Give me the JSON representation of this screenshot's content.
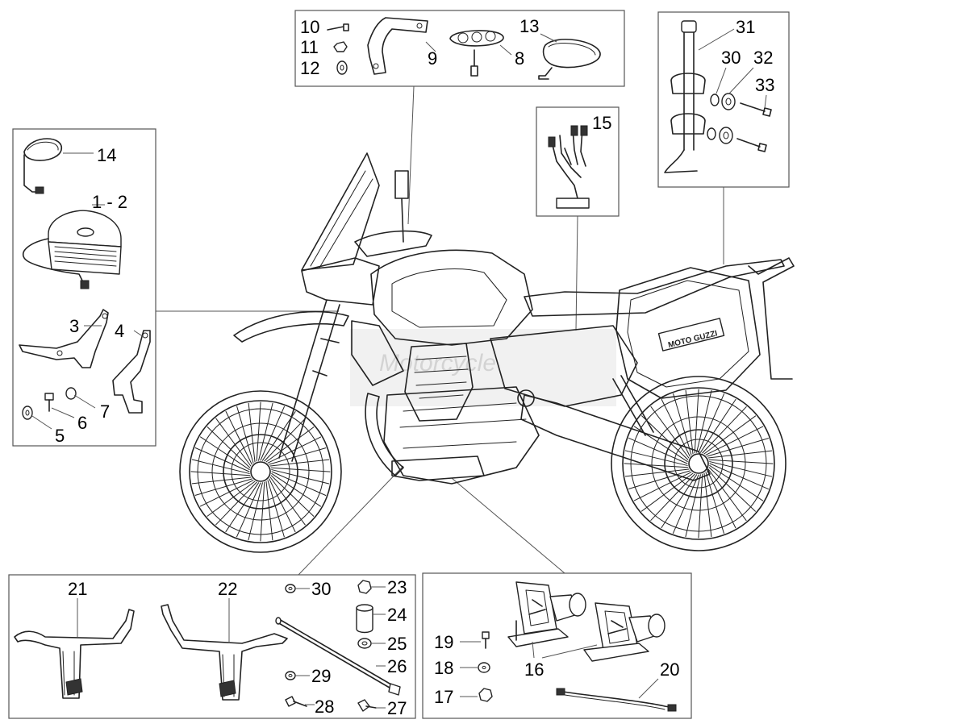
{
  "labels": {
    "p1_2": "1 - 2",
    "p3": "3",
    "p4": "4",
    "p5": "5",
    "p6": "6",
    "p7": "7",
    "p8": "8",
    "p9": "9",
    "p10": "10",
    "p11": "11",
    "p12": "12",
    "p13": "13",
    "p14": "14",
    "p15": "15",
    "p16": "16",
    "p17": "17",
    "p18": "18",
    "p19": "19",
    "p20": "20",
    "p21": "21",
    "p22": "22",
    "p23": "23",
    "p24": "24",
    "p25": "25",
    "p26": "26",
    "p27": "27",
    "p28": "28",
    "p29": "29",
    "p30_bottom": "30",
    "p30_top": "30",
    "p31": "31",
    "p32": "32",
    "p33": "33"
  },
  "case_logo": "MOTO GUZZI",
  "watermark": "Motorcycle"
}
